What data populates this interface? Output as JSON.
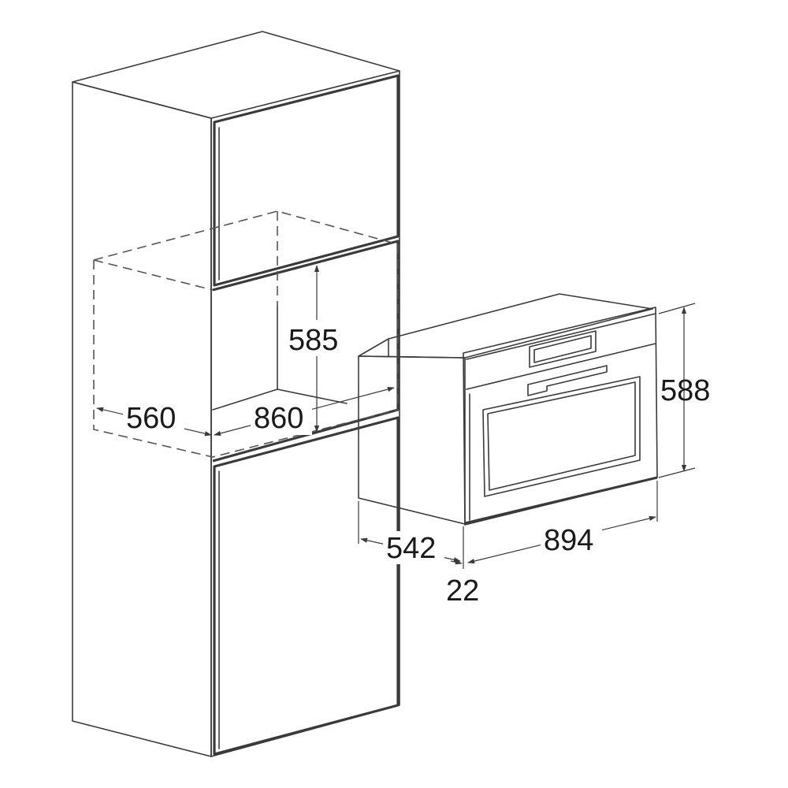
{
  "dimensions": {
    "niche_height": "585",
    "niche_width": "560",
    "niche_depth": "860",
    "oven_height": "588",
    "oven_depth": "542",
    "oven_width": "894",
    "oven_front_offset": "22"
  },
  "colors": {
    "line": "#3a3a3a",
    "text": "#1a1a1a",
    "background": "#ffffff"
  }
}
